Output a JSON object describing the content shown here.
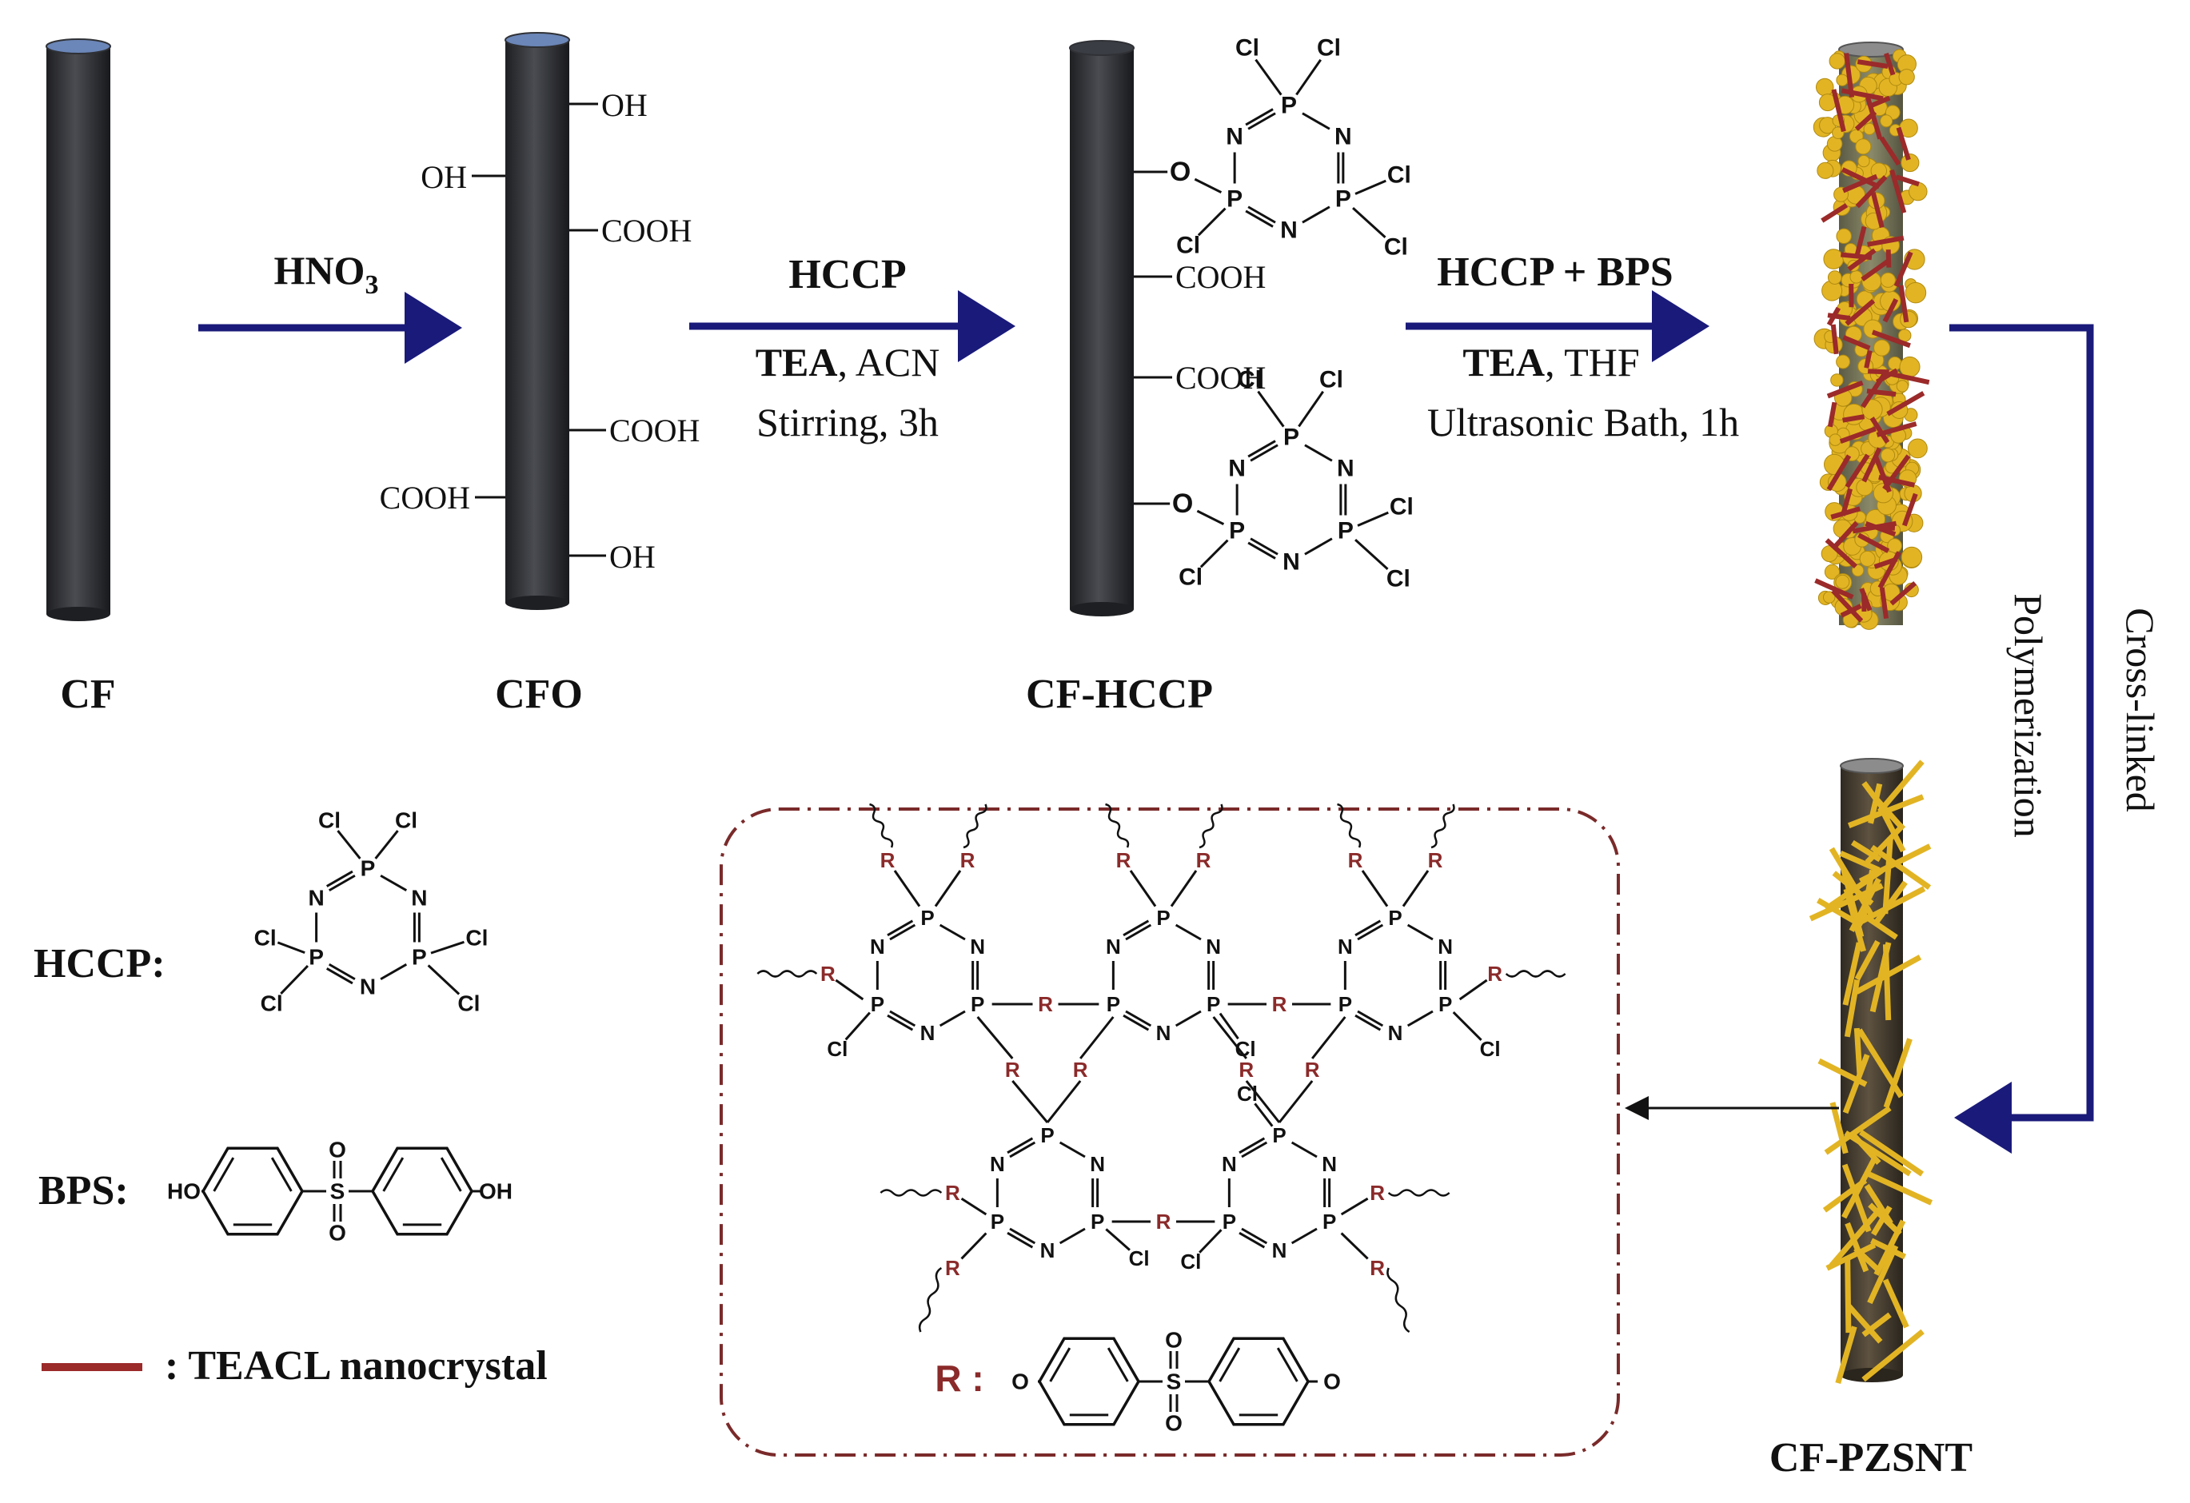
{
  "colors": {
    "fiber_dark": "#2f3136",
    "fiber_top": "#6b86b8",
    "arrow_navy": "#1a1a7a",
    "teacl_red": "#9b2a2a",
    "coating_yellow": "#e2b424",
    "r_group": "#8b2a2a",
    "dashed_border": "#7a2a2a",
    "pzsnt_fiber": "#4a3f30"
  },
  "stages": {
    "cf": "CF",
    "cfo": "CFO",
    "cf_hccp": "CF-HCCP",
    "cf_pzsnt": "CF-PZSNT"
  },
  "cfo_groups": [
    "OH",
    "OH",
    "COOH",
    "COOH",
    "COOH",
    "OH"
  ],
  "cf_hccp_groups": [
    "COOH",
    "COOH"
  ],
  "arrows": {
    "step1": {
      "reagent": "HNO",
      "reagent_sub": "3"
    },
    "step2": {
      "reagent": "HCCP",
      "conditions_bold": "TEA",
      "conditions_rest": ", ACN",
      "time": "Stirring, 3h"
    },
    "step3": {
      "reagent": "HCCP + BPS",
      "conditions_bold": "TEA",
      "conditions_rest": ", THF",
      "time": "Ultrasonic Bath, 1h"
    },
    "step4": {
      "line1": "Cross-linked",
      "line2": "Polymerization"
    }
  },
  "legend": {
    "hccp_label": "HCCP:",
    "bps_label": "BPS:",
    "teacl_label": ": TEACL nanocrystal"
  },
  "atoms": {
    "p": "P",
    "n": "N",
    "cl": "Cl",
    "o": "O",
    "s": "S",
    "ho": "HO",
    "oh": "OH",
    "r": "R",
    "r_def": "R :"
  },
  "icons": {
    "fiber": "cylinder",
    "arrow": "right-arrow",
    "ring": "cyclotriphosphazene"
  }
}
